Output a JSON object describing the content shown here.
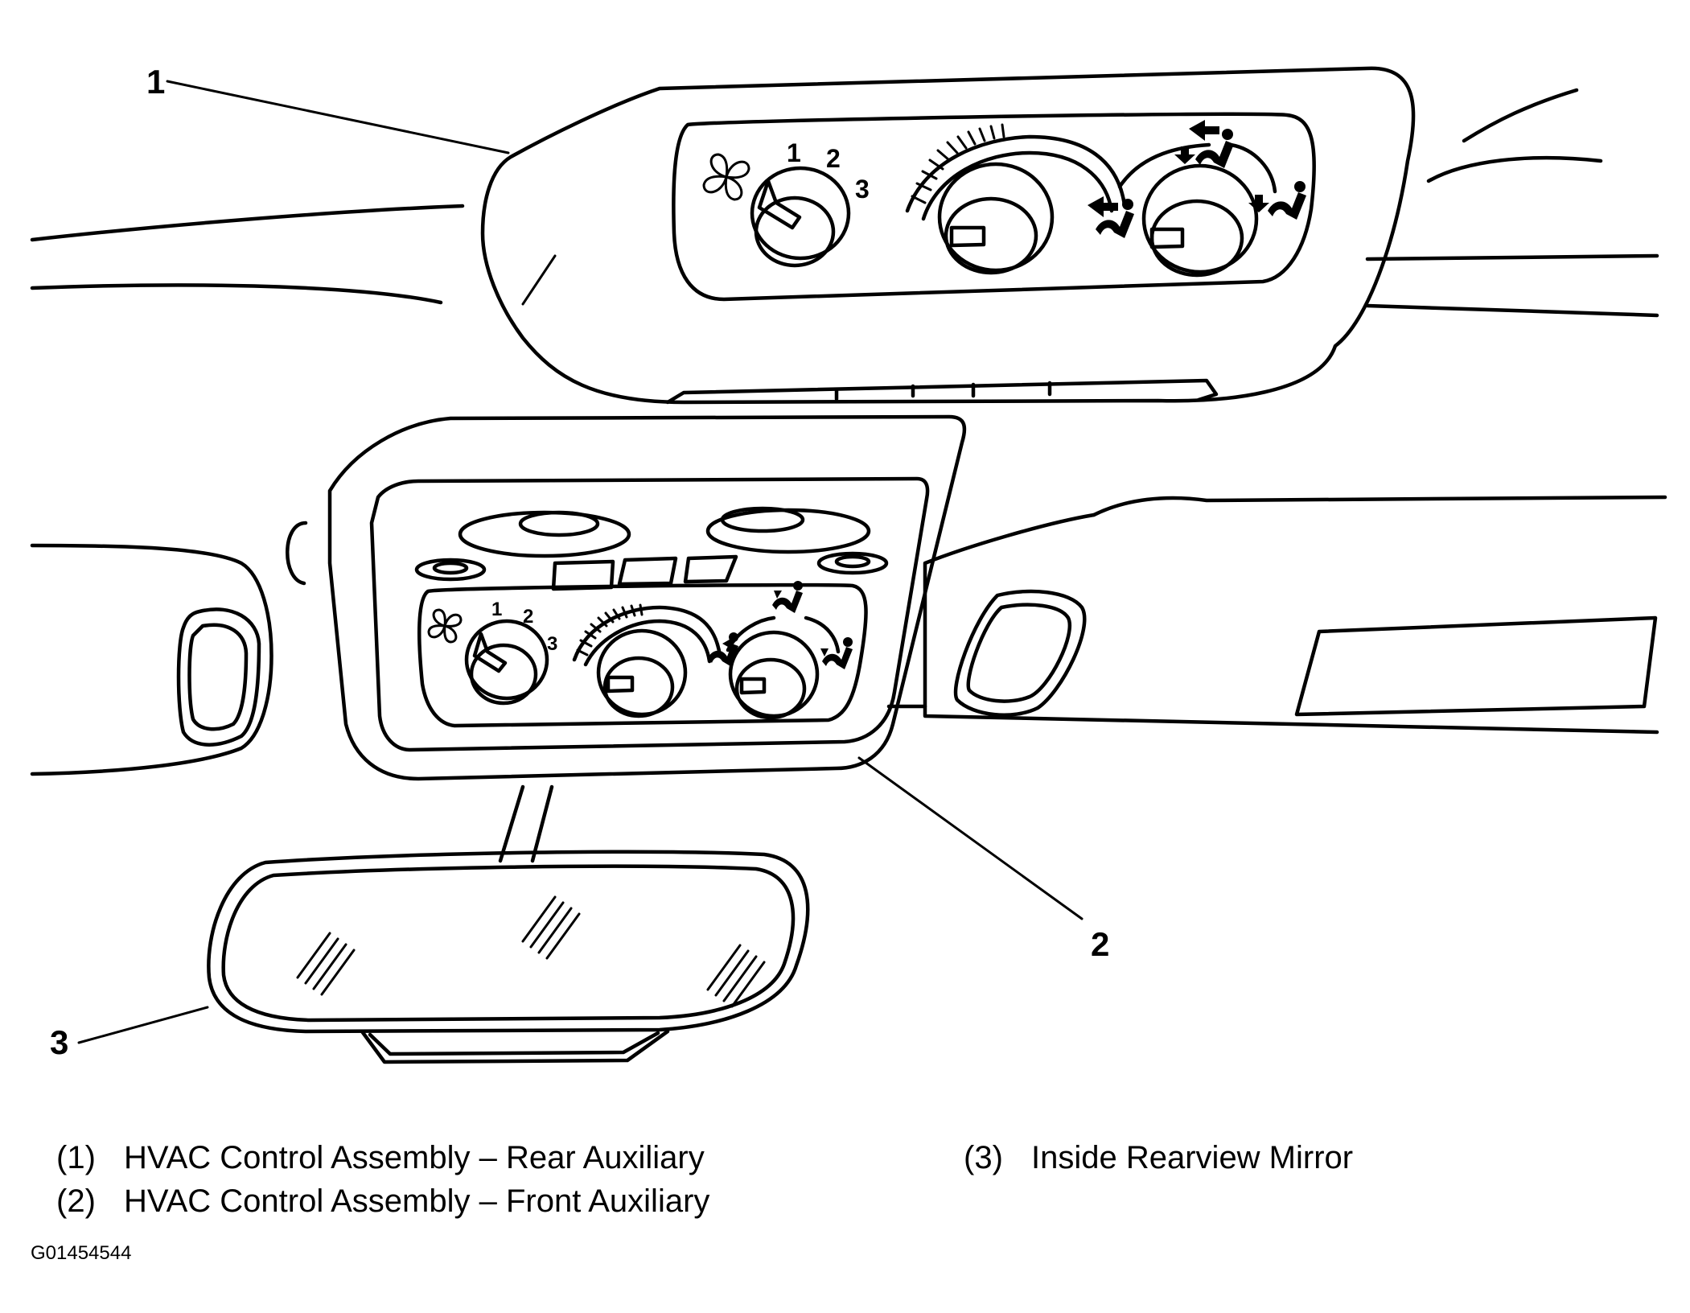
{
  "callouts": [
    {
      "number": "1",
      "label": "HVAC Control Assembly – Rear Auxiliary"
    },
    {
      "number": "2",
      "label": "HVAC Control Assembly – Front Auxiliary"
    },
    {
      "number": "3",
      "label": "Inside Rearview Mirror"
    }
  ],
  "legend": [
    {
      "index": "(1)",
      "text": "HVAC Control Assembly – Rear Auxiliary"
    },
    {
      "index": "(2)",
      "text": "HVAC Control Assembly – Front Auxiliary"
    },
    {
      "index": "(3)",
      "text": "Inside Rearview Mirror"
    }
  ],
  "rear_panel": {
    "fan_speeds": [
      "1",
      "2",
      "3"
    ]
  },
  "front_panel": {
    "fan_speeds": [
      "1",
      "2",
      "3"
    ]
  },
  "figure_id": "G01454544"
}
